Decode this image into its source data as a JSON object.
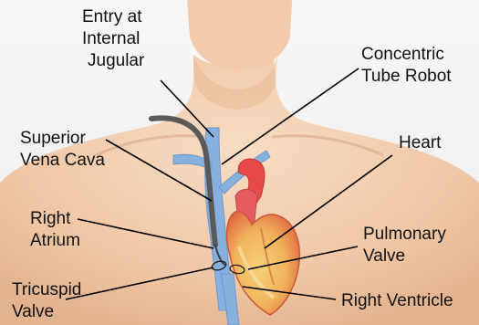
{
  "labels": {
    "entry": {
      "line1": "Entry at",
      "line2": "Internal",
      "line3": "Jugular"
    },
    "robot": {
      "line1": "Concentric",
      "line2": "Tube Robot"
    },
    "svc": {
      "line1": "Superior",
      "line2": "Vena Cava"
    },
    "heart": {
      "line1": "Heart"
    },
    "atrium": {
      "line1": "Right",
      "line2": "Atrium"
    },
    "pulmonary": {
      "line1": "Pulmonary",
      "line2": "Valve"
    },
    "tricuspid": {
      "line1": "Tricuspid",
      "line2": "Valve"
    },
    "ventricle": {
      "line1": "Right Ventricle"
    }
  },
  "colors": {
    "skin": "#f3d2b4",
    "vein": "#7fa8d8",
    "artery": "#e34a4a",
    "heart": "#e06450",
    "robot": "#555555",
    "leader": "#000000"
  }
}
